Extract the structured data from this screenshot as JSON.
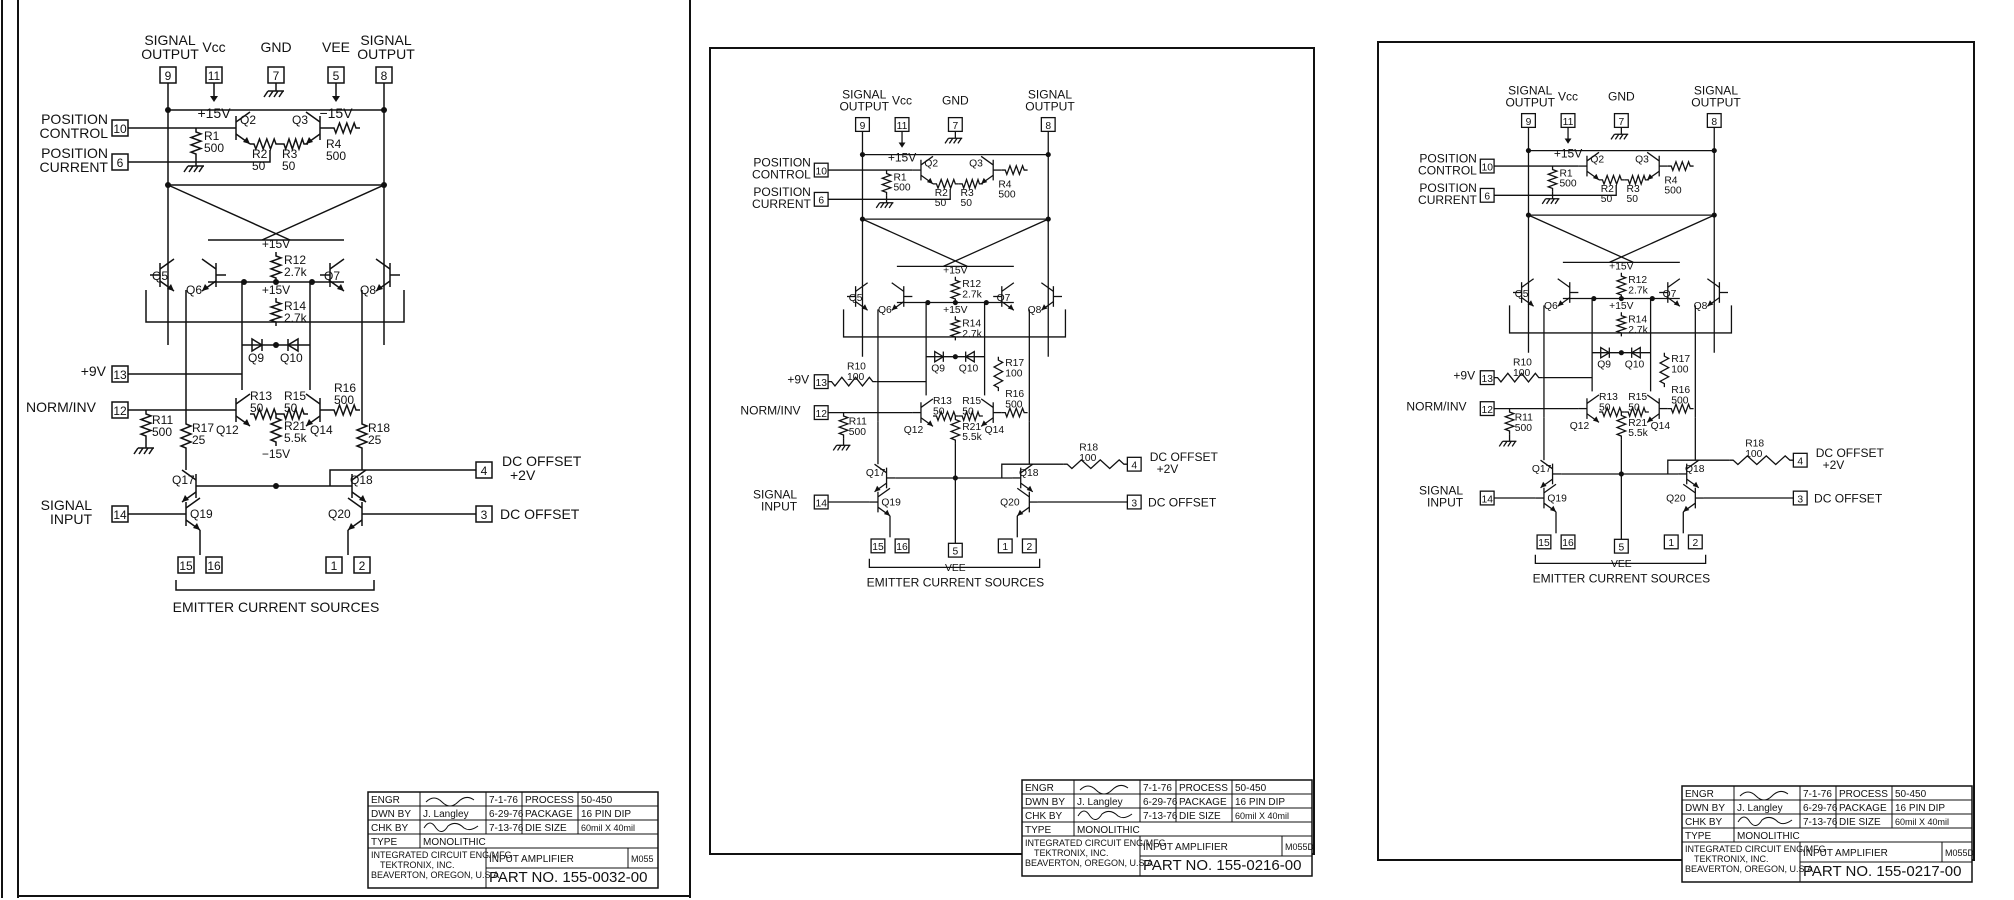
{
  "sheets": [
    {
      "terminals": {
        "t9": "9",
        "t11": "11",
        "t7": "7",
        "t5": "5",
        "t8": "8",
        "t10": "10",
        "t6": "6",
        "t13": "13",
        "t12": "12",
        "t14": "14",
        "t15": "15",
        "t16": "16",
        "t1": "1",
        "t2": "2",
        "t4": "4",
        "t3": "3"
      },
      "labels": {
        "signal_output": "SIGNAL OUTPUT",
        "vcc": "Vcc",
        "gnd": "GND",
        "vee": "VEE",
        "v_pos15": "+15V",
        "v_neg15": "−15V",
        "position_control": "POSITION CONTROL",
        "position_current": "POSITION CURRENT",
        "plus9v": "+9V",
        "norm_inv": "NORM/INV",
        "signal_input": "SIGNAL INPUT",
        "dc_offset_2v": "DC OFFSET +2V",
        "dc_offset": "DC OFFSET",
        "emitter_sources": "EMITTER CURRENT SOURCES",
        "r1": "R1 500",
        "r2": "R2 50",
        "r3": "R3 50",
        "r4": "R4 500",
        "r12": "R12 2.7k",
        "r14": "R14 2.7k",
        "r13": "R13 50",
        "r15": "R15 50",
        "r16": "R16 500",
        "r21": "R21 5.5k",
        "r11": "R11 500",
        "r17": "R17 25",
        "r18": "R18 25",
        "q2": "Q2",
        "q3": "Q3",
        "q5": "Q5",
        "q6": "Q6",
        "q7": "Q7",
        "q8": "Q8",
        "q9": "Q9",
        "q10": "Q10",
        "q12": "Q12",
        "q14": "Q14",
        "q17": "Q17",
        "q18": "Q18",
        "q19": "Q19",
        "q20": "Q20"
      },
      "title_block": {
        "engr": "ENGR",
        "engr_date": "7-1-76",
        "process_lbl": "PROCESS",
        "process": "50-450",
        "dwn_by": "DWN BY",
        "dwn_name": "J. Langley",
        "dwn_date": "6-29-76",
        "package_lbl": "PACKAGE",
        "package": "16 PIN DIP",
        "chk_by": "CHK BY",
        "chk_date": "7-13-76",
        "die_lbl": "DIE SIZE",
        "die": "60mil X 40mil",
        "type_lbl": "TYPE",
        "type": "MONOLITHIC",
        "title": "INPUT AMPLIFIER",
        "code": "M055",
        "company": "INTEGRATED CIRCUIT ENG/MFG TEKTRONIX, INC. BEAVERTON, OREGON, U.S.A.",
        "part": "PART NO. 155-0032-00"
      }
    },
    {
      "terminals": {
        "t9": "9",
        "t11": "11",
        "t7": "7",
        "t8": "8",
        "t10": "10",
        "t6": "6",
        "t13": "13",
        "t12": "12",
        "t14": "14",
        "t15": "15",
        "t16": "16",
        "t5": "5",
        "t1": "1",
        "t2": "2",
        "t4": "4",
        "t3": "3"
      },
      "labels": {
        "signal_output": "SIGNAL OUTPUT",
        "vcc": "Vcc",
        "gnd": "GND",
        "v_pos15": "+15V",
        "position_control": "POSITION CONTROL",
        "position_current": "POSITION CURRENT",
        "plus9v": "+9V",
        "norm_inv": "NORM/INV",
        "signal_input": "SIGNAL INPUT",
        "dc_offset_2v": "DC OFFSET +2V",
        "dc_offset": "DC OFFSET",
        "vee": "VEE",
        "emitter_sources": "EMITTER CURRENT SOURCES",
        "r1": "R1 500",
        "r2": "R2 50",
        "r3": "R3 50",
        "r4": "R4 500",
        "r12": "R12 2.7k",
        "r14": "R14 2.7k",
        "r10": "R10 100",
        "r17": "R17 100",
        "r13": "R13 50",
        "r15": "R15 50",
        "r16": "R16 500",
        "r21": "R21 5.5k",
        "r11": "R11 500",
        "r18": "R18 100",
        "q2": "Q2",
        "q3": "Q3",
        "q5": "Q5",
        "q6": "Q6",
        "q7": "Q7",
        "q8": "Q8",
        "q9": "Q9",
        "q10": "Q10",
        "q12": "Q12",
        "q14": "Q14",
        "q17": "Q17",
        "q18": "Q18",
        "q19": "Q19",
        "q20": "Q20"
      },
      "title_block": {
        "engr": "ENGR",
        "engr_date": "7-1-76",
        "process_lbl": "PROCESS",
        "process": "50-450",
        "dwn_by": "DWN BY",
        "dwn_name": "J. Langley",
        "dwn_date": "6-29-76",
        "package_lbl": "PACKAGE",
        "package": "16 PIN DIP",
        "chk_by": "CHK BY",
        "chk_date": "7-13-76",
        "die_lbl": "DIE SIZE",
        "die": "60mil X 40mil",
        "type_lbl": "TYPE",
        "type": "MONOLITHIC",
        "title": "INPUT AMPLIFIER",
        "code": "M055D",
        "company": "INTEGRATED CIRCUIT ENG/MFG TEKTRONIX, INC. BEAVERTON, OREGON, U.S.A.",
        "part": "PART NO. 155-0216-00"
      }
    },
    {
      "terminals": {
        "t9": "9",
        "t11": "11",
        "t7": "7",
        "t8": "8",
        "t10": "10",
        "t6": "6",
        "t13": "13",
        "t12": "12",
        "t14": "14",
        "t15": "15",
        "t16": "16",
        "t5": "5",
        "t1": "1",
        "t2": "2",
        "t4": "4",
        "t3": "3"
      },
      "labels": {
        "signal_output": "SIGNAL OUTPUT",
        "vcc": "Vcc",
        "gnd": "GND",
        "v_pos15": "+15V",
        "position_control": "POSITION CONTROL",
        "position_current": "POSITION CURRENT",
        "plus9v": "+9V",
        "norm_inv": "NORM/INV",
        "signal_input": "SIGNAL INPUT",
        "dc_offset_2v": "DC OFFSET +2V",
        "dc_offset": "DC OFFSET",
        "vee": "VEE",
        "emitter_sources": "EMITTER CURRENT SOURCES",
        "r1": "R1 500",
        "r2": "R2 50",
        "r3": "R3 50",
        "r4": "R4 500",
        "r12": "R12 2.7k",
        "r14": "R14 2.7k",
        "r10": "R10 100",
        "r17": "R17 100",
        "r13": "R13 50",
        "r15": "R15 50",
        "r16": "R16 500",
        "r21": "R21 5.5k",
        "r11": "R11 500",
        "r18": "R18 100",
        "q2": "Q2",
        "q3": "Q3",
        "q5": "Q5",
        "q6": "Q6",
        "q7": "Q7",
        "q8": "Q8",
        "q9": "Q9",
        "q10": "Q10",
        "q12": "Q12",
        "q14": "Q14",
        "q17": "Q17",
        "q18": "Q18",
        "q19": "Q19",
        "q20": "Q20"
      },
      "title_block": {
        "engr": "ENGR",
        "engr_date": "7-1-76",
        "process_lbl": "PROCESS",
        "process": "50-450",
        "dwn_by": "DWN BY",
        "dwn_name": "J. Langley",
        "dwn_date": "6-29-76",
        "package_lbl": "PACKAGE",
        "package": "16 PIN DIP",
        "chk_by": "CHK BY",
        "chk_date": "7-13-76",
        "die_lbl": "DIE SIZE",
        "die": "60mil X 40mil",
        "type_lbl": "TYPE",
        "type": "MONOLITHIC",
        "title": "INPUT AMPLIFIER",
        "code": "M055D",
        "company": "INTEGRATED CIRCUIT ENG/MFG TEKTRONIX, INC. BEAVERTON, OREGON, U.S.A.",
        "part": "PART NO. 155-0217-00"
      }
    }
  ]
}
